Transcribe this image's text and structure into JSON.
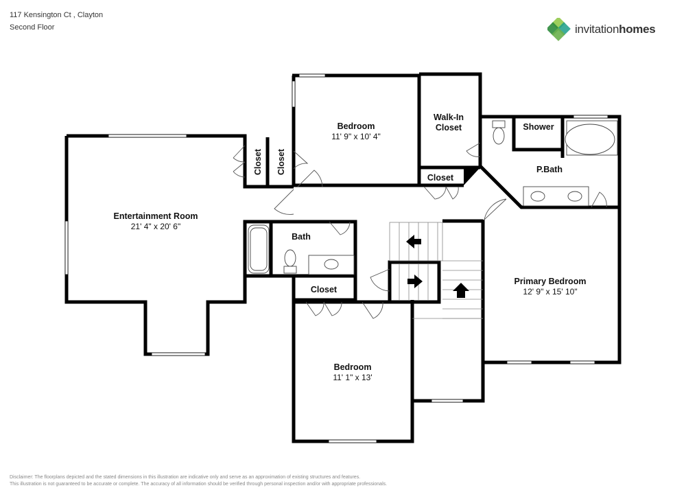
{
  "header": {
    "address": "117 Kensington Ct , Clayton",
    "floor": "Second Floor"
  },
  "brand": {
    "name_light": "invitation",
    "name_bold": "homes",
    "logo_icon": "invitation-homes-logo-icon",
    "colors": {
      "green_dark": "#2e8b3c",
      "green_light": "#8cc63f",
      "teal": "#1b9e8a"
    }
  },
  "rooms": {
    "bedroom_top": {
      "name": "Bedroom",
      "dims": "11' 9\" x 10' 4\""
    },
    "walkin": {
      "name_line1": "Walk-In",
      "name_line2": "Closet"
    },
    "closet_left": {
      "name": "Closet"
    },
    "closet_right": {
      "name": "Closet"
    },
    "closet_walkin": {
      "name": "Closet"
    },
    "shower": {
      "name": "Shower"
    },
    "pbath": {
      "name": "P.Bath"
    },
    "entertainment": {
      "name": "Entertainment Room",
      "dims": "21' 4\" x 20' 6\""
    },
    "bath": {
      "name": "Bath"
    },
    "closet_hall": {
      "name": "Closet"
    },
    "primary": {
      "name": "Primary Bedroom",
      "dims": "12' 9\" x 15' 10\""
    },
    "bedroom_bottom": {
      "name": "Bedroom",
      "dims": "11' 1\" x 13'"
    }
  },
  "disclaimer": {
    "line1": "Disclaimer: The floorplans depicted and the stated dimensions in this illustration are indicative only and serve as an approximation of existing structures and features.",
    "line2": "This illustration is not guaranteed to be accurate or complete. The accuracy of all information should be verified through personal inspection and/or with appropriate professionals."
  }
}
